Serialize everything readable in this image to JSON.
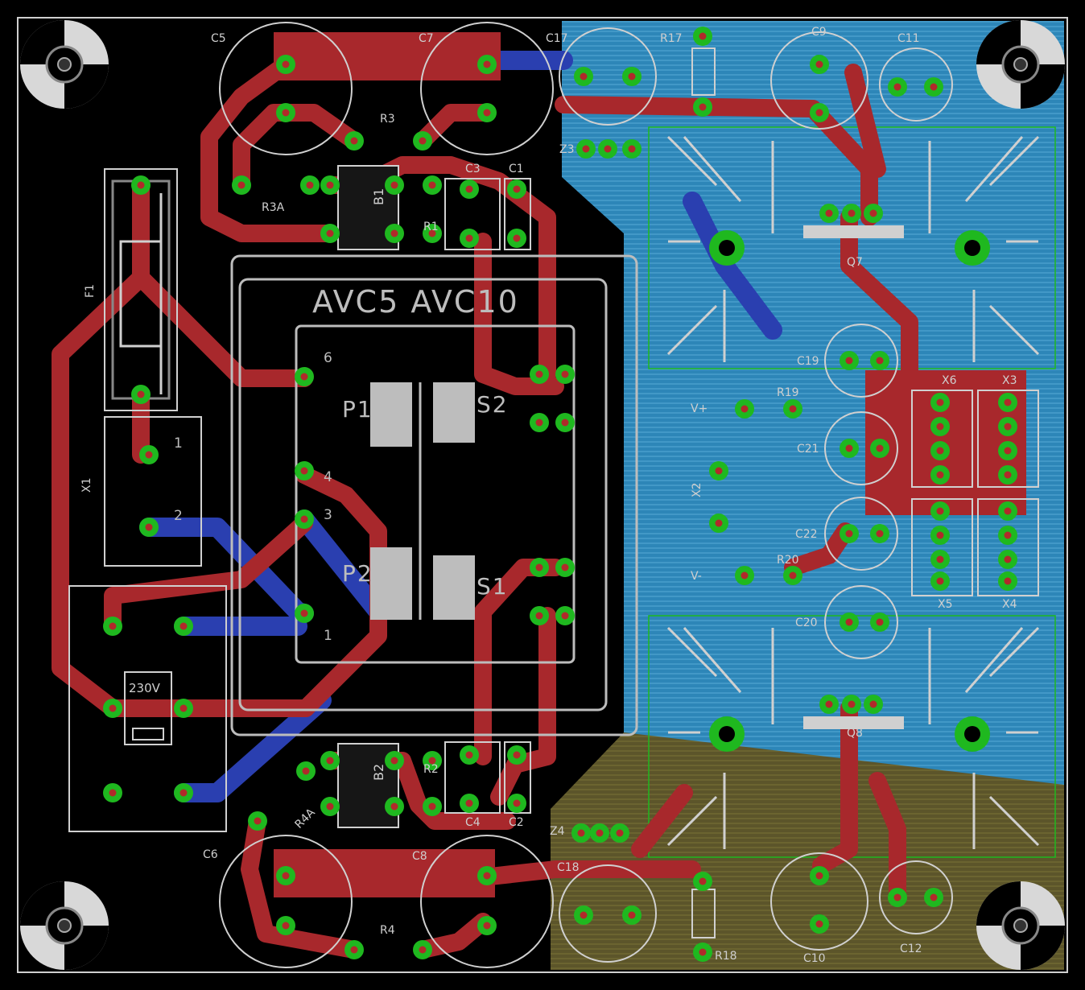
{
  "colors": {
    "background": "#000000",
    "top_copper": "#a8282c",
    "bottom_copper": "#2a3fb0",
    "pour_blue": "#3a8fc0",
    "pour_olive": "#6b6330",
    "pad": "#1fb81f",
    "silkscreen": "#bdbdbd",
    "outline": "#d0d0d0"
  },
  "title_text": "AVC5 AVC10",
  "labels": {
    "c5": "C5",
    "c7": "C7",
    "c17": "C17",
    "r17": "R17",
    "c9": "C9",
    "c11": "C11",
    "r3": "R3",
    "r3a": "R3A",
    "b1": "B1",
    "c3": "C3",
    "c1": "C1",
    "r1": "R1",
    "z3": "Z3",
    "q7": "Q7",
    "f1": "F1",
    "x1": "X1",
    "c19": "C19",
    "r19": "R19",
    "vplus": "V+",
    "c21": "C21",
    "x6": "X6",
    "x3": "X3",
    "x2": "X2",
    "c22": "C22",
    "r20": "R20",
    "vminus": "V-",
    "x5": "X5",
    "x4": "X4",
    "c20": "C20",
    "q8": "Q8",
    "b2": "B2",
    "r2": "R2",
    "c4": "C4",
    "c2": "C2",
    "r4a": "R4A",
    "c6": "C6",
    "c8": "C8",
    "z4": "Z4",
    "c18": "C18",
    "r18": "R18",
    "c10": "C10",
    "c12": "C12",
    "r4": "R4",
    "v230": "230V"
  },
  "transformer": {
    "p1": "P1",
    "p2": "P2",
    "s1": "S1",
    "s2": "S2",
    "pin6": "6",
    "pin4": "4",
    "pin3": "3",
    "pin1": "1"
  },
  "connector_pins": {
    "x1_pin1": "1",
    "x1_pin2": "2"
  }
}
